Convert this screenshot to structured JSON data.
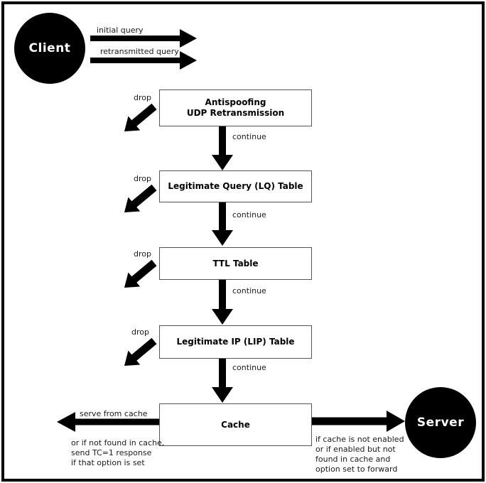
{
  "client": {
    "label": "Client"
  },
  "server": {
    "label": "Server"
  },
  "arrow_labels": {
    "initial_query": "initial query",
    "retransmitted_query": "retransmitted query",
    "drop": "drop",
    "continue": "continue",
    "serve_from_cache": "serve from cache"
  },
  "stages": [
    {
      "line1": "Antispoofing",
      "line2": "UDP Retransmission"
    },
    {
      "line1": "Legitimate Query (LQ) Table"
    },
    {
      "line1": "TTL Table"
    },
    {
      "line1": "Legitimate IP (LIP) Table"
    },
    {
      "line1": "Cache"
    }
  ],
  "notes": {
    "cache_miss": [
      "or if not found in cache,",
      "send TC=1 response",
      "if that option is set"
    ],
    "forward": [
      "if cache is not enabled",
      "or if enabled but not",
      "found in cache and",
      "option set to forward"
    ]
  },
  "colors": {
    "node_fill": "#000000",
    "node_text": "#ffffff",
    "arrow": "#000000",
    "box_border": "#555555",
    "background": "#ffffff"
  }
}
